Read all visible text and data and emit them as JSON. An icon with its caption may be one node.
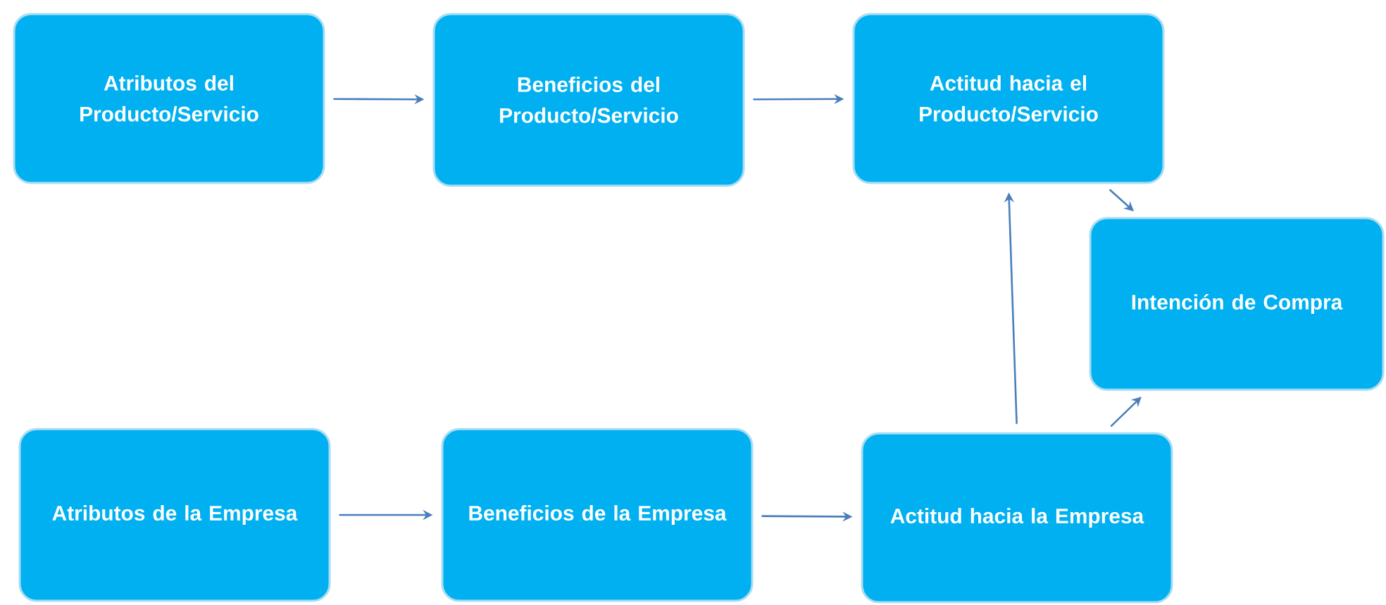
{
  "diagram": {
    "nodes": [
      {
        "text": [
          "Atributos del Producto/Servicio"
        ]
      },
      {
        "text": [
          "Beneficios del Producto/Servicio"
        ]
      },
      {
        "text": [
          "Actitud hacia el Producto/Servicio"
        ]
      },
      {
        "text": [
          "Intención de Compra"
        ]
      },
      {
        "text": [
          "Atributos de la Empresa"
        ]
      },
      {
        "text": [
          "Beneficios de la Empresa"
        ]
      },
      {
        "text": [
          "Actitud hacia la Empresa"
        ]
      }
    ],
    "edges": [
      {
        "from": 0,
        "to": 1,
        "arrow": "to"
      },
      {
        "from": 1,
        "to": 2,
        "arrow": "to"
      },
      {
        "from": 2,
        "to": 3,
        "arrow": "to"
      },
      {
        "from": 4,
        "to": 5,
        "arrow": "to"
      },
      {
        "from": 5,
        "to": 6,
        "arrow": "to"
      },
      {
        "from": 6,
        "to": 2,
        "arrow": "to"
      },
      {
        "from": 6,
        "to": 3,
        "arrow": "to"
      }
    ]
  }
}
